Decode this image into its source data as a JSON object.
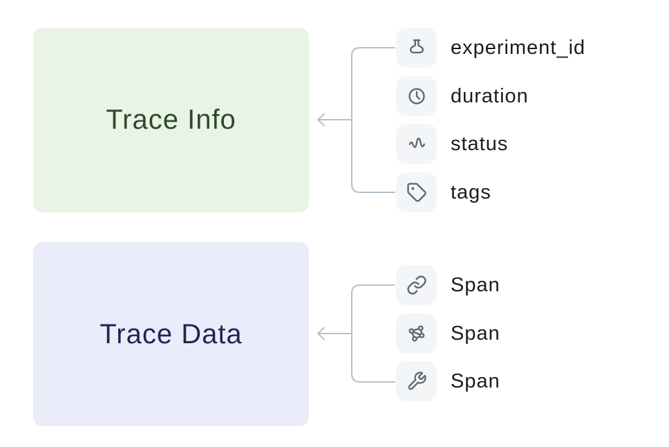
{
  "blocks": [
    {
      "label": "Trace Info",
      "fields": [
        {
          "icon": "flask-icon",
          "label": "experiment_id"
        },
        {
          "icon": "clock-icon",
          "label": "duration"
        },
        {
          "icon": "activity-icon",
          "label": "status"
        },
        {
          "icon": "tag-icon",
          "label": "tags"
        }
      ]
    },
    {
      "label": "Trace Data",
      "fields": [
        {
          "icon": "link-icon",
          "label": "Span"
        },
        {
          "icon": "graph-icon",
          "label": "Span"
        },
        {
          "icon": "wrench-icon",
          "label": "Span"
        }
      ]
    }
  ],
  "colors": {
    "canvas_bg": "#ffffff",
    "trace_info_bg": "#e9f4e6",
    "trace_info_text": "#2d4a2b",
    "trace_data_bg": "#ebecf9",
    "trace_data_text": "#1c2752",
    "icon_tile_bg": "#f3f5f7",
    "icon_stroke": "#5b6877",
    "connector_line": "#b4c1cd",
    "field_label_text": "#191d23"
  }
}
